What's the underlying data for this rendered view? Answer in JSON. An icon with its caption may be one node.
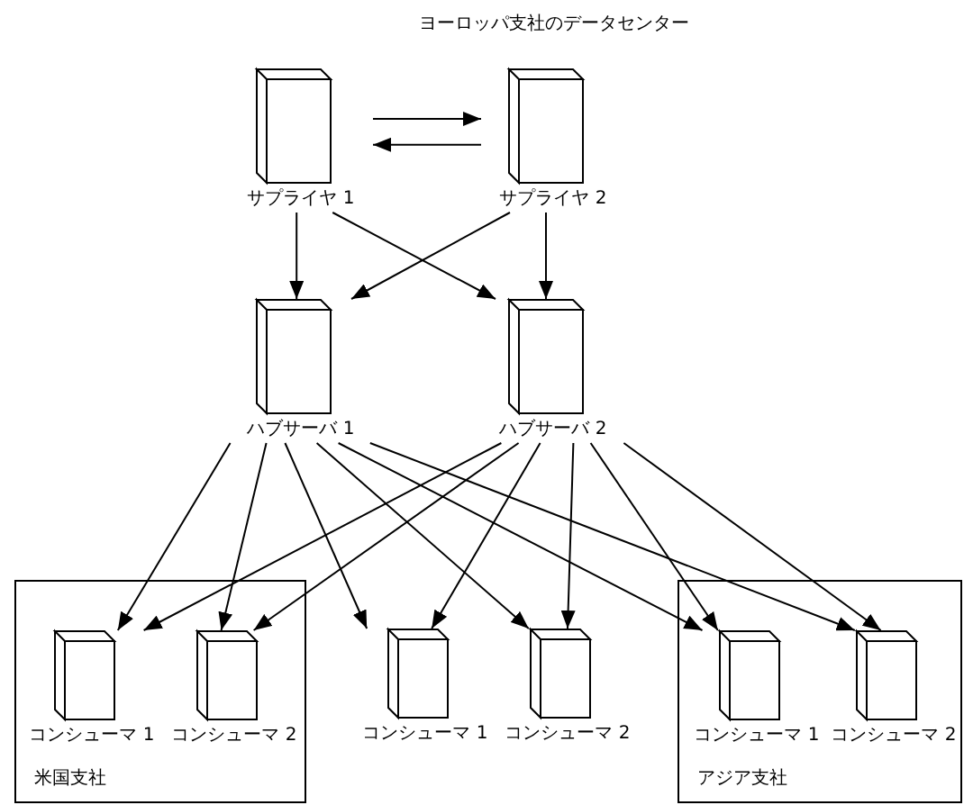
{
  "diagram": {
    "title": "ヨーロッパ支社のデータセンター",
    "nodes": [
      {
        "text": [
          "サプライヤ 1"
        ]
      },
      {
        "text": [
          "サプライヤ 2"
        ]
      },
      {
        "text": [
          "ハブサーバ 1"
        ]
      },
      {
        "text": [
          "ハブサーバ 2"
        ]
      },
      {
        "text": [
          "米国支社"
        ]
      },
      {
        "text": [
          "コンシューマ 1"
        ],
        "in": 4
      },
      {
        "text": [
          "コンシューマ 2"
        ],
        "in": 4
      },
      {
        "text": [
          "コンシューマ 1"
        ]
      },
      {
        "text": [
          "コンシューマ 2"
        ]
      },
      {
        "text": [
          "アジア支社"
        ]
      },
      {
        "text": [
          "コンシューマ 1"
        ],
        "in": 9
      },
      {
        "text": [
          "コンシューマ 2"
        ],
        "in": 9
      }
    ],
    "edges": [
      {
        "from": 0,
        "to": 1,
        "arrow": "to"
      },
      {
        "from": 1,
        "to": 0,
        "arrow": "to"
      },
      {
        "from": 0,
        "to": 2,
        "arrow": "to"
      },
      {
        "from": 0,
        "to": 3,
        "arrow": "to"
      },
      {
        "from": 1,
        "to": 2,
        "arrow": "to"
      },
      {
        "from": 1,
        "to": 3,
        "arrow": "to"
      },
      {
        "from": 2,
        "to": 5,
        "arrow": "to"
      },
      {
        "from": 2,
        "to": 6,
        "arrow": "to"
      },
      {
        "from": 2,
        "to": 7,
        "arrow": "to"
      },
      {
        "from": 2,
        "to": 8,
        "arrow": "to"
      },
      {
        "from": 2,
        "to": 10,
        "arrow": "to"
      },
      {
        "from": 2,
        "to": 11,
        "arrow": "to"
      },
      {
        "from": 3,
        "to": 5,
        "arrow": "to"
      },
      {
        "from": 3,
        "to": 6,
        "arrow": "to"
      },
      {
        "from": 3,
        "to": 7,
        "arrow": "to"
      },
      {
        "from": 3,
        "to": 8,
        "arrow": "to"
      },
      {
        "from": 3,
        "to": 10,
        "arrow": "to"
      },
      {
        "from": 3,
        "to": 11,
        "arrow": "to"
      }
    ]
  }
}
